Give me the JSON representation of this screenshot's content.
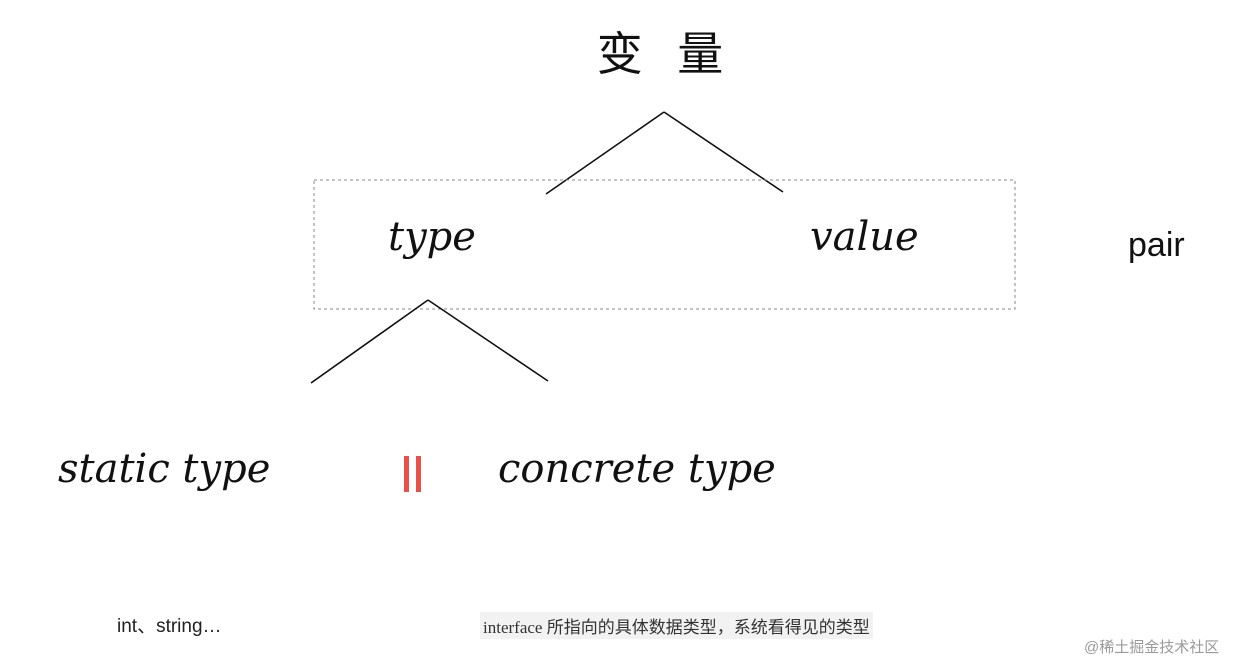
{
  "title": "变 量",
  "pair_box": {
    "type_label": "type",
    "value_label": "value",
    "side_label": "pair"
  },
  "type_children": {
    "left_label": "static type",
    "right_label": "concrete type",
    "separator_color": "#e8504a"
  },
  "notes": {
    "left": "int、string…",
    "right": "interface 所指向的具体数据类型，系统看得见的类型"
  },
  "watermark": "@稀土掘金技术社区"
}
